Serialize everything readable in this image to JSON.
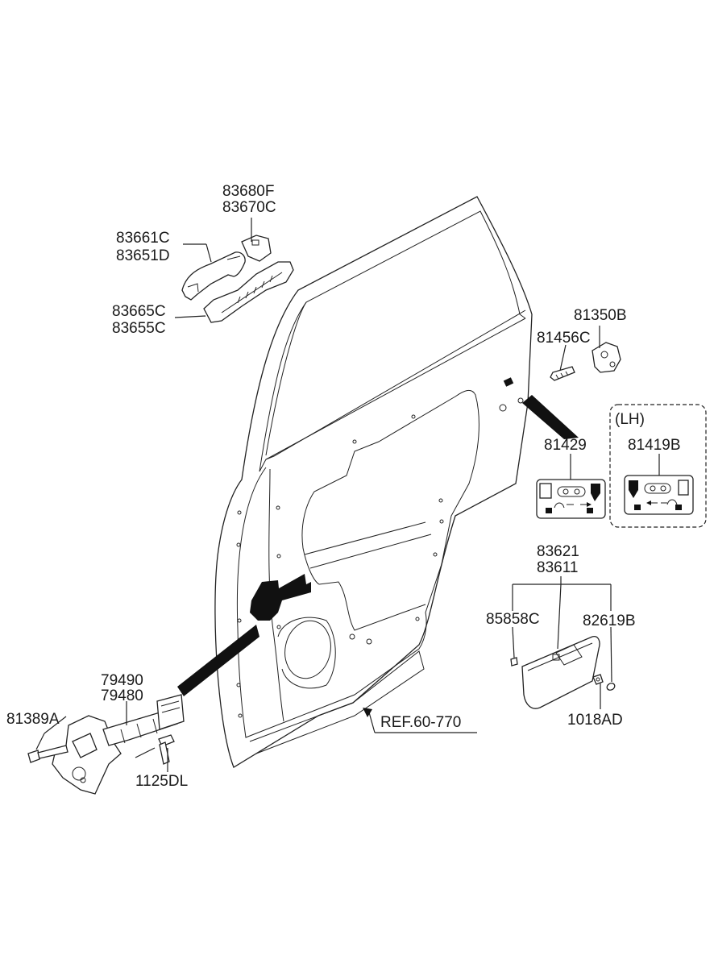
{
  "labels": {
    "p83680F": "83680F",
    "p83670C": "83670C",
    "p83661C": "83661C",
    "p83651D": "83651D",
    "p83665C": "83665C",
    "p83655C": "83655C",
    "p81350B": "81350B",
    "p81456C": "81456C",
    "lh": "(LH)",
    "p81429": "81429",
    "p81419B": "81419B",
    "p83621": "83621",
    "p83611": "83611",
    "p85858C": "85858C",
    "p82619B": "82619B",
    "p1018AD": "1018AD",
    "p79490": "79490",
    "p79480": "79480",
    "p81389A": "81389A",
    "p1125DL": "1125DL",
    "ref": "REF.60-770"
  },
  "colors": {
    "line": "#222222",
    "fill": "#ffffff",
    "label": "#1a1a1a"
  }
}
